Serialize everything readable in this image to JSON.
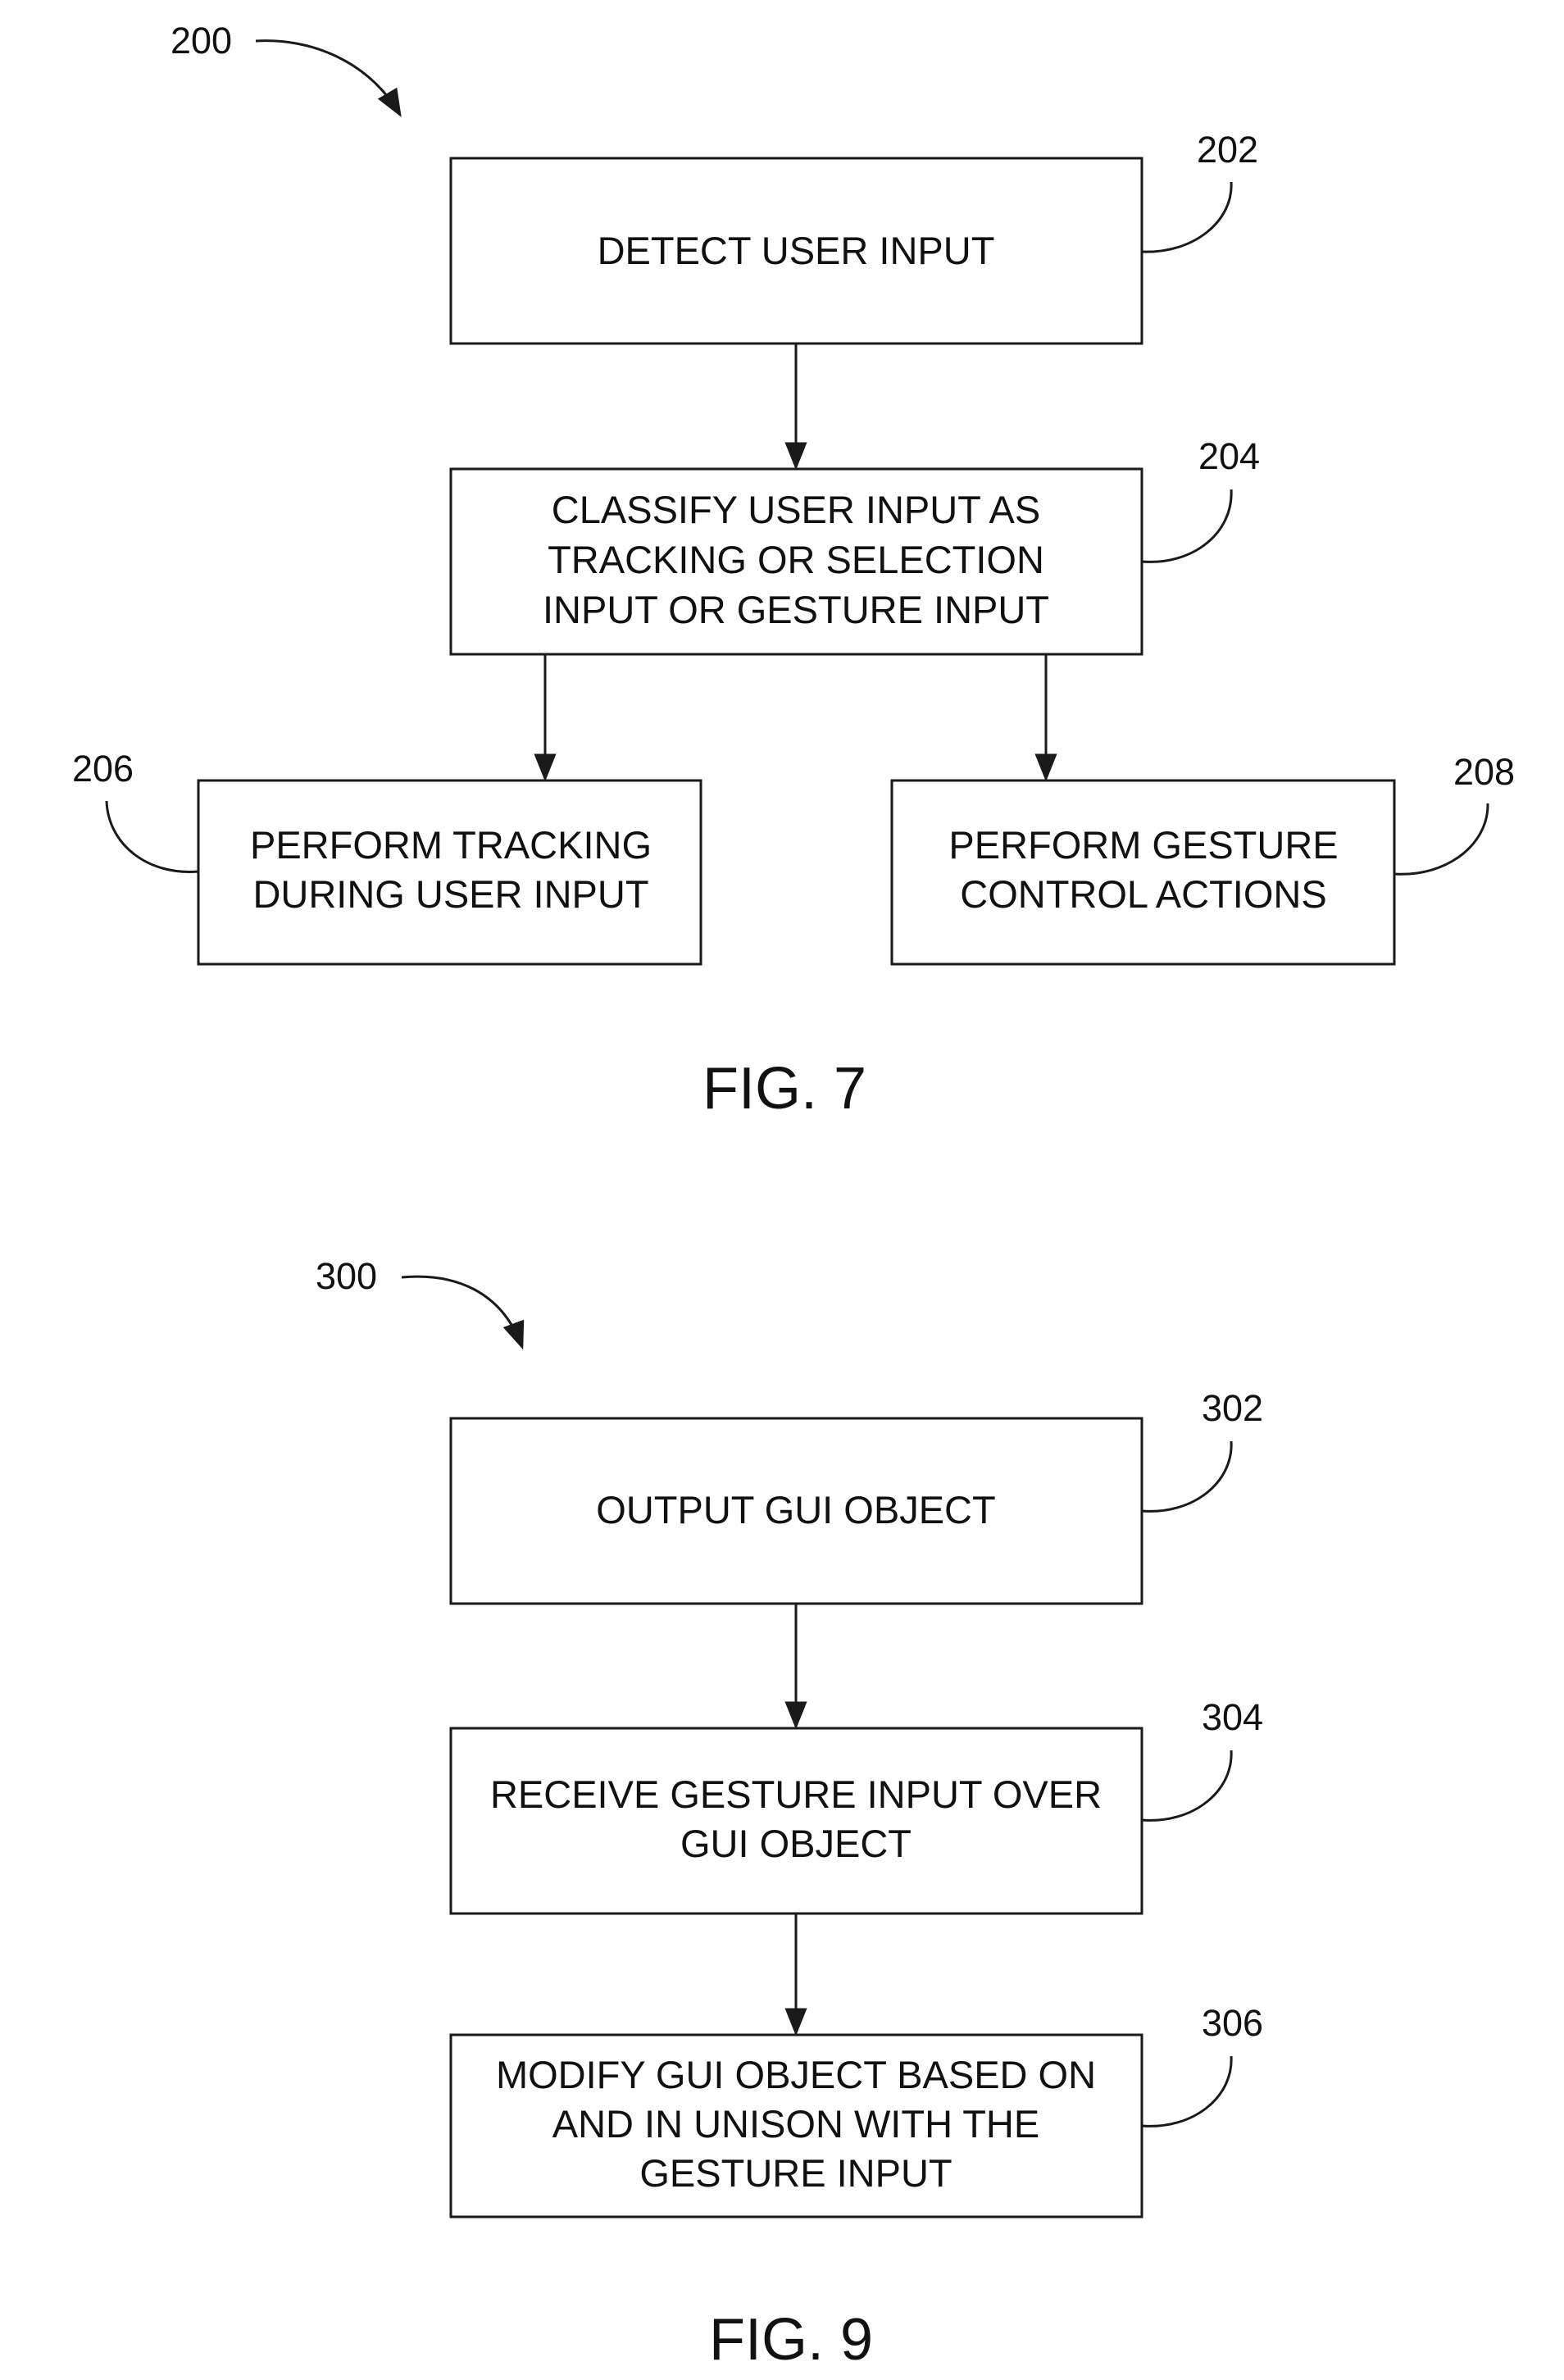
{
  "figure_7": {
    "process_ref": "200",
    "steps": [
      {
        "ref": "202",
        "lines": [
          "DETECT USER INPUT"
        ]
      },
      {
        "ref": "204",
        "lines": [
          "CLASSIFY USER INPUT AS",
          "TRACKING OR SELECTION",
          "INPUT OR GESTURE INPUT"
        ]
      },
      {
        "ref": "206",
        "lines": [
          "PERFORM TRACKING",
          "DURING USER INPUT"
        ]
      },
      {
        "ref": "208",
        "lines": [
          "PERFORM GESTURE",
          "CONTROL ACTIONS"
        ]
      }
    ],
    "caption": "FIG. 7"
  },
  "figure_9": {
    "process_ref": "300",
    "steps": [
      {
        "ref": "302",
        "lines": [
          "OUTPUT GUI OBJECT"
        ]
      },
      {
        "ref": "304",
        "lines": [
          "RECEIVE GESTURE INPUT OVER",
          "GUI OBJECT"
        ]
      },
      {
        "ref": "306",
        "lines": [
          "MODIFY GUI OBJECT BASED ON",
          "AND IN UNISON WITH THE",
          "GESTURE INPUT"
        ]
      }
    ],
    "caption": "FIG. 9"
  }
}
